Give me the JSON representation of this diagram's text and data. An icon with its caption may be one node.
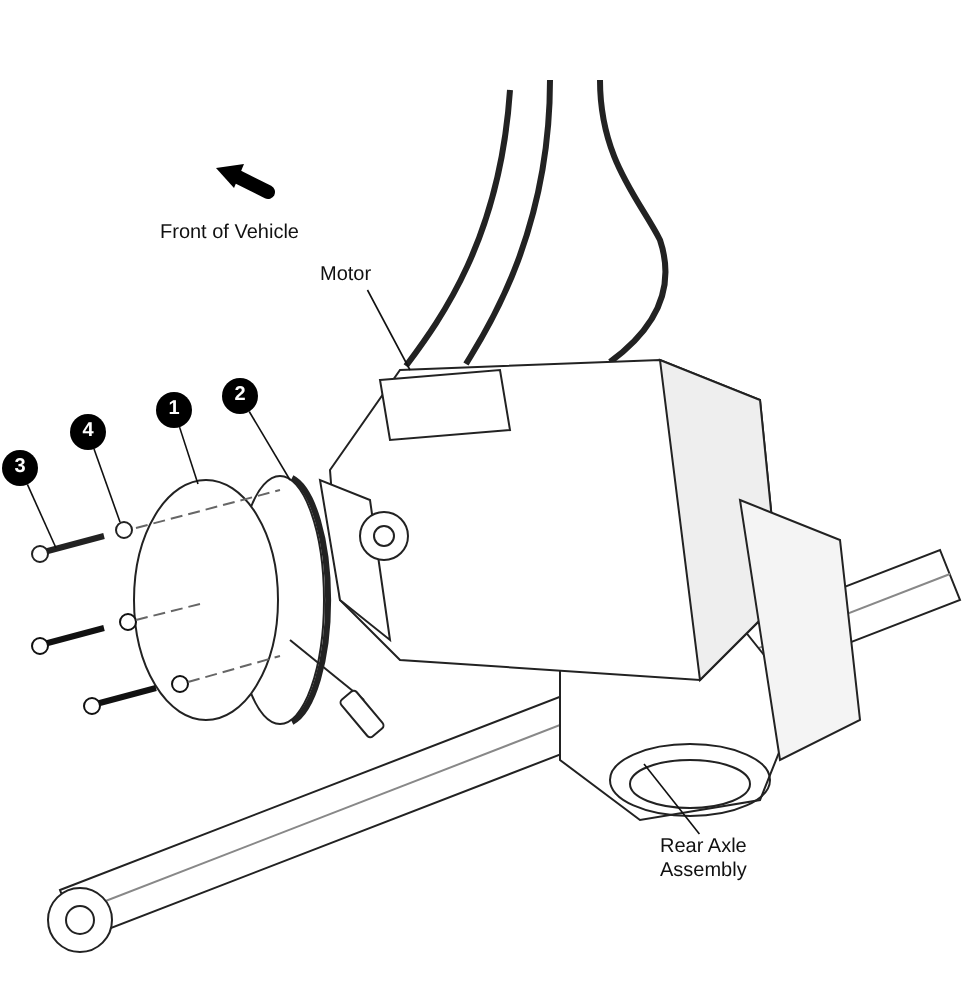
{
  "diagram": {
    "nodes": [
      {
        "text": [
          "Motor"
        ]
      },
      {
        "text": [
          "Rear Axle Assembly"
        ]
      },
      {
        "text": [
          "1"
        ]
      },
      {
        "text": [
          "2"
        ]
      },
      {
        "text": [
          "3"
        ]
      },
      {
        "text": [
          "4"
        ]
      },
      {
        "text": [],
        "shape": "picture"
      },
      {
        "text": [],
        "shape": "picture"
      },
      {
        "text": [],
        "shape": "picture"
      },
      {
        "text": [],
        "shape": "picture"
      },
      {
        "text": [],
        "shape": "picture"
      },
      {
        "text": [],
        "shape": "circle"
      }
    ],
    "edges": [
      {
        "from": 0,
        "to": 6,
        "arrow": "none"
      },
      {
        "from": 1,
        "to": 7,
        "arrow": "none"
      },
      {
        "from": 2,
        "to": 8,
        "arrow": "none"
      },
      {
        "from": 3,
        "to": 9,
        "arrow": "none"
      },
      {
        "from": 4,
        "to": 10,
        "arrow": "none"
      },
      {
        "from": 5,
        "to": 11,
        "arrow": "none"
      }
    ],
    "labels": [
      "Front of Vehicle"
    ]
  }
}
